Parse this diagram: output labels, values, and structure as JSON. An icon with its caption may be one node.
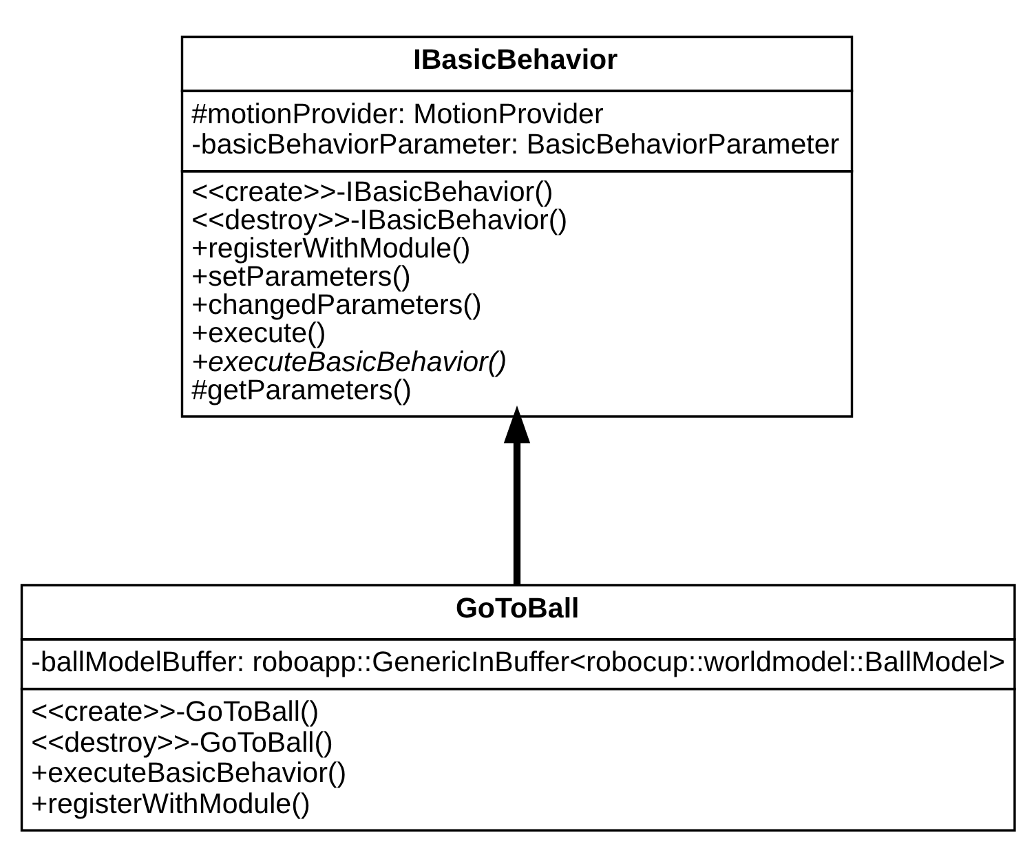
{
  "diagram": {
    "nodes": [
      {
        "text": [
          "IBasicBehavior",
          "#motionProvider: MotionProvider",
          "-basicBehaviorParameter: BasicBehaviorParameter",
          "<<create>>-IBasicBehavior()",
          "<<destroy>>-IBasicBehavior()",
          "+registerWithModule()",
          "+setParameters()",
          "+changedParameters()",
          "+execute()",
          "+executeBasicBehavior()",
          "#getParameters()"
        ]
      },
      {
        "text": [
          "GoToBall",
          "-ballModelBuffer: roboapp::GenericInBuffer<robocup::worldmodel::BallModel>",
          "<<create>>-GoToBall()",
          "<<destroy>>-GoToBall()",
          "+executeBasicBehavior()",
          "+registerWithModule()"
        ]
      }
    ],
    "edges": [
      {
        "from": 1,
        "to": 0,
        "arrow": "to"
      }
    ]
  }
}
